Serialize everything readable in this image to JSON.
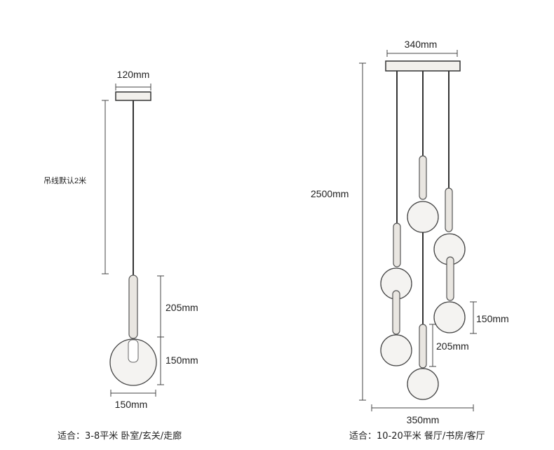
{
  "single": {
    "canopy_width": "120mm",
    "cord_note": "吊线默认2米",
    "rod_height": "205mm",
    "globe_height": "150mm",
    "globe_width": "150mm",
    "caption": "适合：3-8平米  卧室/玄关/走廊"
  },
  "cluster": {
    "canopy_width": "340mm",
    "total_height": "2500mm",
    "globe_height": "150mm",
    "rod_height": "205mm",
    "spread_width": "350mm",
    "caption": "适合：10-20平米  餐厅/书房/客厅"
  }
}
